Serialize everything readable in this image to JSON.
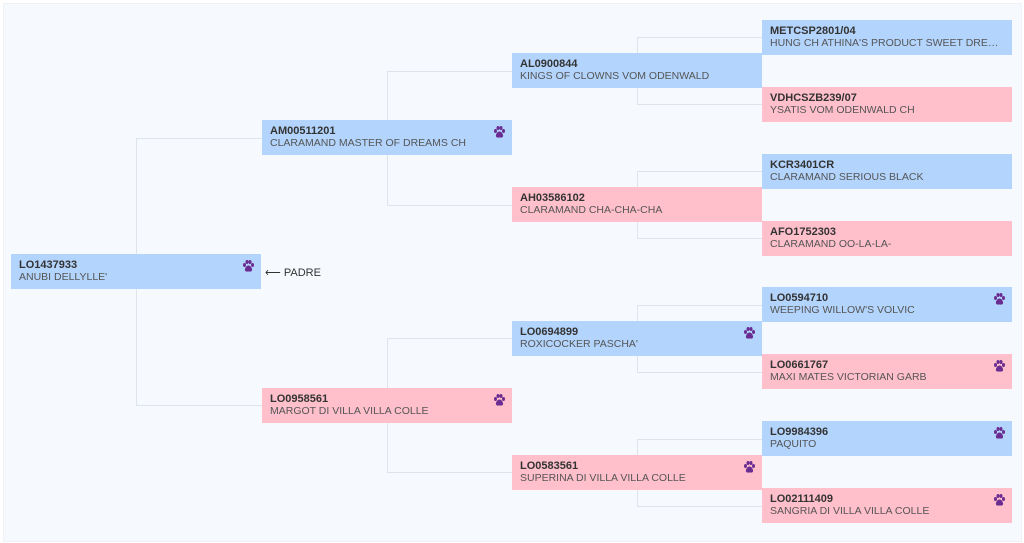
{
  "role_label": "PADRE",
  "arrow": "⟵",
  "colors": {
    "male": "#b3d4fc",
    "female": "#ffc0cb",
    "paw": "#6a2c91"
  },
  "generations": [
    [
      {
        "reg": "LO1437933",
        "name": "ANUBI DELLYLLE'",
        "sex": "m",
        "paw": true
      }
    ],
    [
      {
        "reg": "AM00511201",
        "name": "CLARAMAND MASTER OF DREAMS CH",
        "sex": "m",
        "paw": true
      },
      {
        "reg": "LO0958561",
        "name": "MARGOT DI VILLA VILLA COLLE",
        "sex": "f",
        "paw": true
      }
    ],
    [
      {
        "reg": "AL0900844",
        "name": "KINGS OF CLOWNS VOM ODENWALD",
        "sex": "m",
        "paw": false
      },
      {
        "reg": "AH03586102",
        "name": "CLARAMAND CHA-CHA-CHA",
        "sex": "f",
        "paw": false
      },
      {
        "reg": "LO0694899",
        "name": "ROXICOCKER PASCHA'",
        "sex": "m",
        "paw": true
      },
      {
        "reg": "LO0583561",
        "name": "SUPERINA DI VILLA VILLA COLLE",
        "sex": "f",
        "paw": true
      }
    ],
    [
      {
        "reg": "METCSP2801/04",
        "name": "HUNG CH ATHINA'S PRODUCT SWEET DREAM ...",
        "sex": "m",
        "paw": false
      },
      {
        "reg": "VDHCSZB239/07",
        "name": "YSATIS VOM ODENWALD CH",
        "sex": "f",
        "paw": false
      },
      {
        "reg": "KCR3401CR",
        "name": "CLARAMAND SERIOUS BLACK",
        "sex": "m",
        "paw": false
      },
      {
        "reg": "AFO1752303",
        "name": "CLARAMAND OO-LA-LA-",
        "sex": "f",
        "paw": false
      },
      {
        "reg": "LO0594710",
        "name": "WEEPING WILLOW'S VOLVIC",
        "sex": "m",
        "paw": true
      },
      {
        "reg": "LO0661767",
        "name": "MAXI MATES VICTORIAN GARB",
        "sex": "f",
        "paw": true
      },
      {
        "reg": "LO9984396",
        "name": "PAQUITO",
        "sex": "m",
        "paw": true
      },
      {
        "reg": "LO02111409",
        "name": "SANGRIA DI VILLA VILLA COLLE",
        "sex": "f",
        "paw": true
      }
    ]
  ]
}
